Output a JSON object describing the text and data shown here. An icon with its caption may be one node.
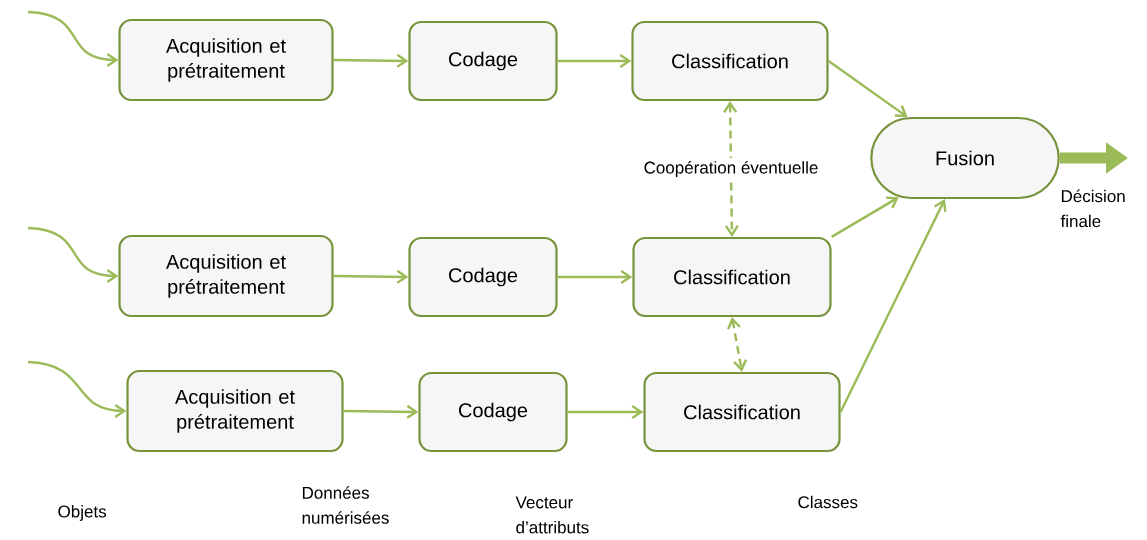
{
  "diagram": {
    "nodes": [
      {
        "text": [
          "Acquisition et prétraitement"
        ]
      },
      {
        "text": [
          "Codage"
        ]
      },
      {
        "text": [
          "Classification"
        ]
      },
      {
        "text": [
          "Acquisition et prétraitement"
        ]
      },
      {
        "text": [
          "Codage"
        ]
      },
      {
        "text": [
          "Classification"
        ]
      },
      {
        "text": [
          "Acquisition et prétraitement"
        ]
      },
      {
        "text": [
          "Codage"
        ]
      },
      {
        "text": [
          "Classification"
        ]
      },
      {
        "text": [
          "Fusion"
        ]
      }
    ],
    "edges": [
      {
        "from": null,
        "to": 0,
        "arrow": "to"
      },
      {
        "from": 0,
        "to": 1,
        "arrow": "to"
      },
      {
        "from": 1,
        "to": 2,
        "arrow": "to"
      },
      {
        "from": null,
        "to": 3,
        "arrow": "to"
      },
      {
        "from": 3,
        "to": 4,
        "arrow": "to"
      },
      {
        "from": 4,
        "to": 5,
        "arrow": "to"
      },
      {
        "from": null,
        "to": 6,
        "arrow": "to"
      },
      {
        "from": 6,
        "to": 7,
        "arrow": "to"
      },
      {
        "from": 7,
        "to": 8,
        "arrow": "to"
      },
      {
        "from": 2,
        "to": 9,
        "arrow": "to"
      },
      {
        "from": 5,
        "to": 9,
        "arrow": "to"
      },
      {
        "from": 8,
        "to": 9,
        "arrow": "to"
      },
      {
        "from": 2,
        "to": 5,
        "arrow": "both",
        "style": "dashed",
        "label": "Coopération éventuelle"
      },
      {
        "from": 5,
        "to": 8,
        "arrow": "both",
        "style": "dashed"
      },
      {
        "from": 9,
        "to": null,
        "arrow": "to",
        "style": "thick",
        "label": "Décision finale"
      }
    ],
    "labels": [
      "Objets",
      "Données numérisées",
      "Vecteur d’attributs",
      "Classes"
    ]
  }
}
